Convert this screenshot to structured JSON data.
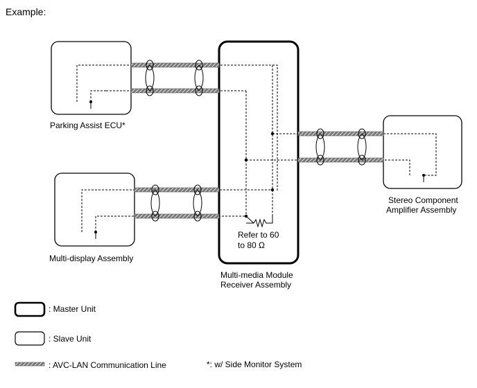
{
  "heading": "Example:",
  "units": {
    "parking_assist": "Parking Assist ECU*",
    "multi_display": "Multi-display Assembly",
    "receiver_line1": "Multi-media Module",
    "receiver_line2": "Receiver Assembly",
    "amplifier_line1": "Stereo Component",
    "amplifier_line2": "Amplifier Assembly"
  },
  "resistor_note_line1": "Refer to 60",
  "resistor_note_line2": "to 80 Ω",
  "legend": {
    "master": ": Master Unit",
    "slave": ": Slave Unit",
    "avc_lan": ": AVC-LAN Communication Line"
  },
  "footnote": "*: w/ Side Monitor System",
  "colors": {
    "line": "#000000",
    "cable": "#7a7a7a",
    "cable_hatch": "#ffffff"
  }
}
